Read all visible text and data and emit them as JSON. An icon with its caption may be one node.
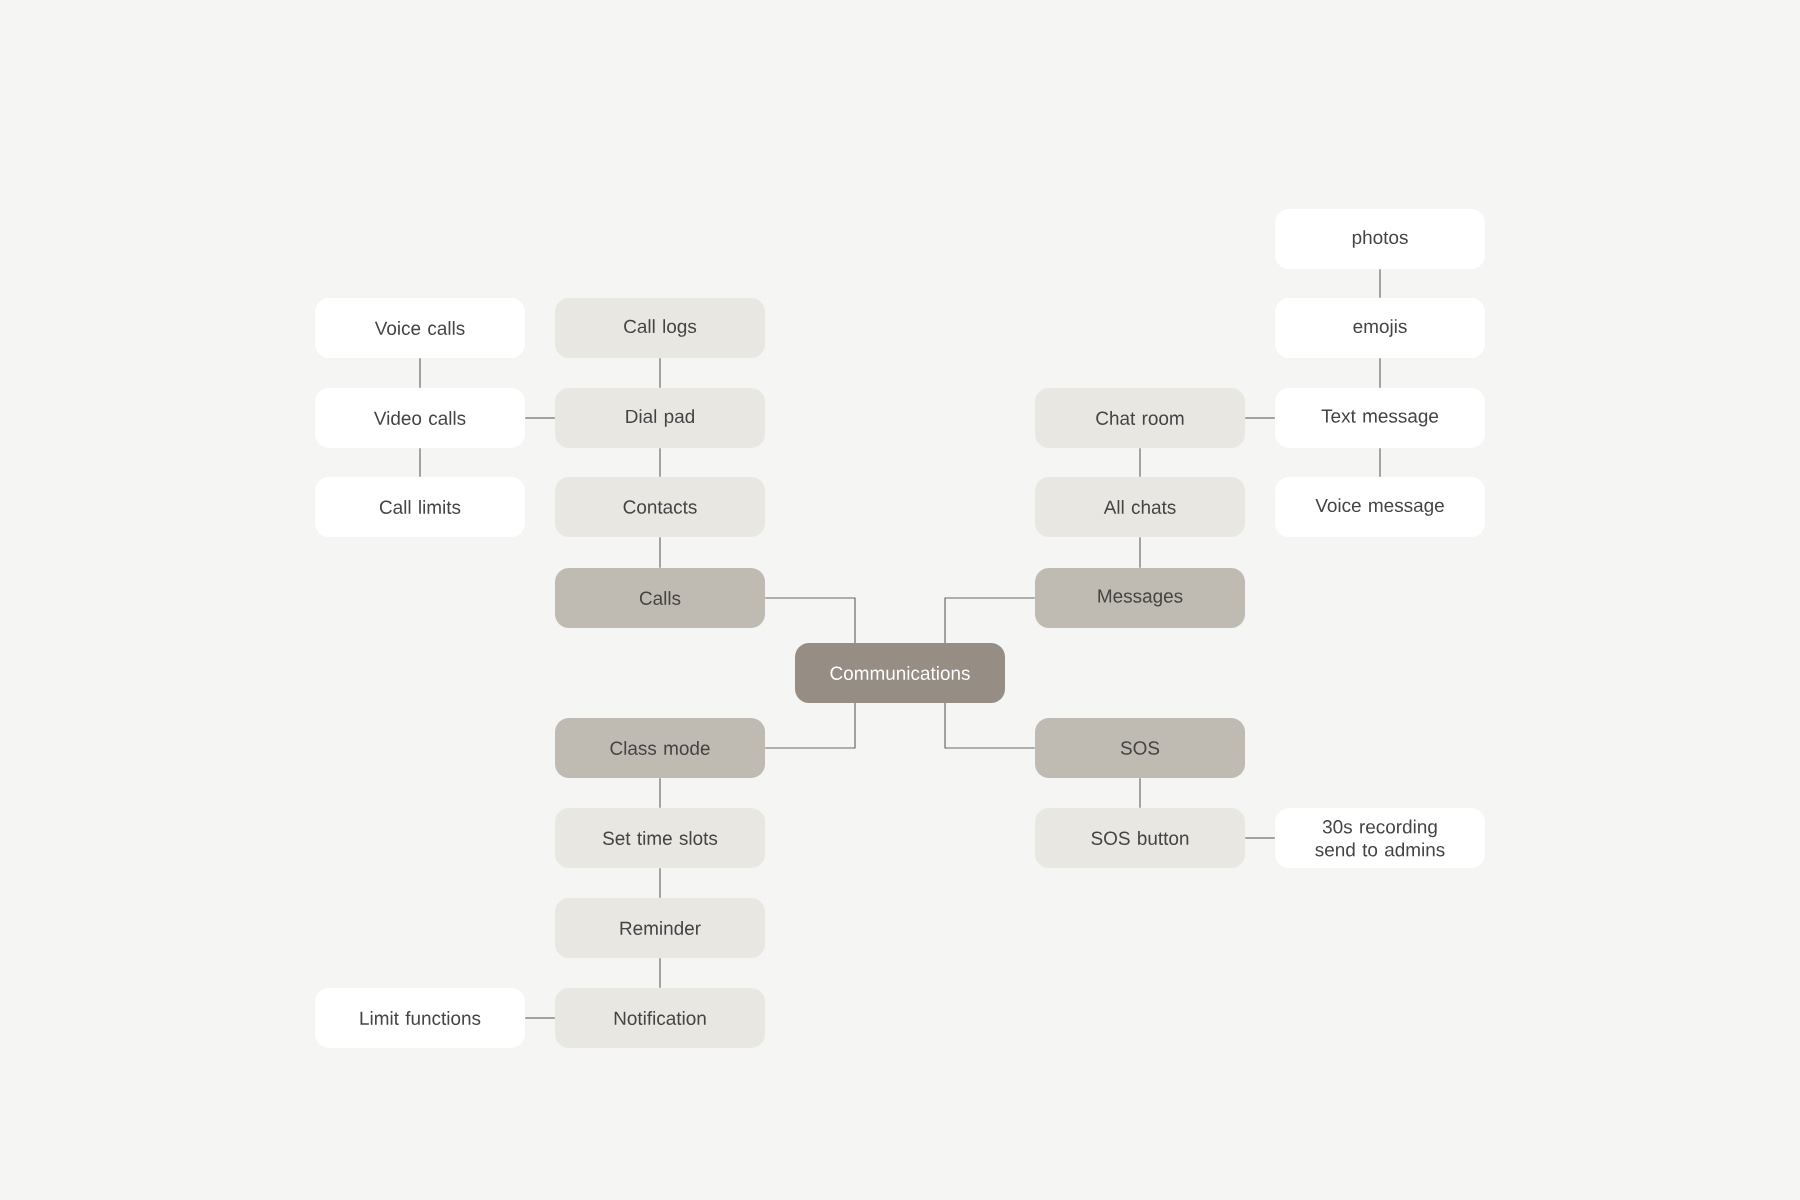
{
  "diagram": {
    "nodes": [
      {
        "text": [
          "Communications"
        ]
      },
      {
        "text": [
          "Calls"
        ]
      },
      {
        "text": [
          "Contacts"
        ]
      },
      {
        "text": [
          "Dial pad"
        ]
      },
      {
        "text": [
          "Call logs"
        ]
      },
      {
        "text": [
          "Voice calls"
        ]
      },
      {
        "text": [
          "Video calls"
        ]
      },
      {
        "text": [
          "Call limits"
        ]
      },
      {
        "text": [
          "Messages"
        ]
      },
      {
        "text": [
          "All chats"
        ]
      },
      {
        "text": [
          "Chat room"
        ]
      },
      {
        "text": [
          "Text message"
        ]
      },
      {
        "text": [
          "emojis"
        ]
      },
      {
        "text": [
          "photos"
        ]
      },
      {
        "text": [
          "Voice message"
        ]
      },
      {
        "text": [
          "Class mode"
        ]
      },
      {
        "text": [
          "Set time slots"
        ]
      },
      {
        "text": [
          "Reminder"
        ]
      },
      {
        "text": [
          "Notification"
        ]
      },
      {
        "text": [
          "Limit functions"
        ]
      },
      {
        "text": [
          "SOS"
        ]
      },
      {
        "text": [
          "SOS button"
        ]
      },
      {
        "text": [
          "30s recording send to admins"
        ]
      }
    ],
    "edges": [
      {
        "from": 0,
        "to": 1,
        "arrow": "none"
      },
      {
        "from": 1,
        "to": 2,
        "arrow": "none"
      },
      {
        "from": 2,
        "to": 3,
        "arrow": "none"
      },
      {
        "from": 3,
        "to": 4,
        "arrow": "none"
      },
      {
        "from": 3,
        "to": 6,
        "arrow": "none"
      },
      {
        "from": 6,
        "to": 5,
        "arrow": "none"
      },
      {
        "from": 6,
        "to": 7,
        "arrow": "none"
      },
      {
        "from": 0,
        "to": 8,
        "arrow": "none"
      },
      {
        "from": 8,
        "to": 9,
        "arrow": "none"
      },
      {
        "from": 9,
        "to": 10,
        "arrow": "none"
      },
      {
        "from": 10,
        "to": 11,
        "arrow": "none"
      },
      {
        "from": 11,
        "to": 12,
        "arrow": "none"
      },
      {
        "from": 12,
        "to": 13,
        "arrow": "none"
      },
      {
        "from": 11,
        "to": 14,
        "arrow": "none"
      },
      {
        "from": 0,
        "to": 15,
        "arrow": "none"
      },
      {
        "from": 15,
        "to": 16,
        "arrow": "none"
      },
      {
        "from": 16,
        "to": 17,
        "arrow": "none"
      },
      {
        "from": 17,
        "to": 18,
        "arrow": "none"
      },
      {
        "from": 18,
        "to": 19,
        "arrow": "none"
      },
      {
        "from": 0,
        "to": 20,
        "arrow": "none"
      },
      {
        "from": 20,
        "to": 21,
        "arrow": "none"
      },
      {
        "from": 21,
        "to": 22,
        "arrow": "none"
      }
    ]
  }
}
